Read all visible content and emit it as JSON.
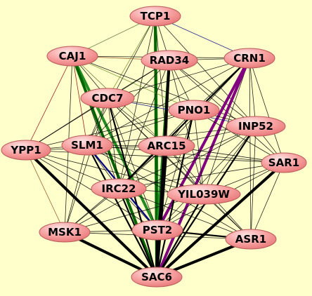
{
  "network": {
    "nodes": [
      {
        "id": "TCP1",
        "label": "TCP1"
      },
      {
        "id": "CAJ1",
        "label": "CAJ1"
      },
      {
        "id": "RAD34",
        "label": "RAD34"
      },
      {
        "id": "CRN1",
        "label": "CRN1"
      },
      {
        "id": "CDC7",
        "label": "CDC7"
      },
      {
        "id": "PNO1",
        "label": "PNO1"
      },
      {
        "id": "INP52",
        "label": "INP52"
      },
      {
        "id": "YPP1",
        "label": "YPP1"
      },
      {
        "id": "SLM1",
        "label": "SLM1"
      },
      {
        "id": "ARC15",
        "label": "ARC15"
      },
      {
        "id": "SAR1",
        "label": "SAR1"
      },
      {
        "id": "IRC22",
        "label": "IRC22"
      },
      {
        "id": "YIL039W",
        "label": "YIL039W"
      },
      {
        "id": "MSK1",
        "label": "MSK1"
      },
      {
        "id": "PST2",
        "label": "PST2"
      },
      {
        "id": "ASR1",
        "label": "ASR1"
      },
      {
        "id": "SAC6",
        "label": "SAC6"
      }
    ],
    "edges": [
      [
        "TCP1",
        "CAJ1",
        "#556b2f",
        1
      ],
      [
        "TCP1",
        "RAD34",
        "#000000",
        1
      ],
      [
        "TCP1",
        "CRN1",
        "#000080",
        1
      ],
      [
        "TCP1",
        "CDC7",
        "#6b8e23",
        1
      ],
      [
        "TCP1",
        "SLM1",
        "#000000",
        1
      ],
      [
        "TCP1",
        "ARC15",
        "#000000",
        1
      ],
      [
        "TCP1",
        "PST2",
        "#228b22",
        3
      ],
      [
        "TCP1",
        "SAC6",
        "#006400",
        3
      ],
      [
        "TCP1",
        "INP52",
        "#000000",
        1
      ],
      [
        "TCP1",
        "IRC22",
        "#000000",
        1
      ],
      [
        "CAJ1",
        "RAD34",
        "#8b4513",
        1
      ],
      [
        "CAJ1",
        "CRN1",
        "#000000",
        1
      ],
      [
        "CAJ1",
        "CDC7",
        "#000000",
        1
      ],
      [
        "CAJ1",
        "SLM1",
        "#8b0000",
        1
      ],
      [
        "CAJ1",
        "YPP1",
        "#8b0000",
        1
      ],
      [
        "CAJ1",
        "ARC15",
        "#556b2f",
        1
      ],
      [
        "CAJ1",
        "IRC22",
        "#000000",
        1
      ],
      [
        "CAJ1",
        "PST2",
        "#228b22",
        3
      ],
      [
        "CAJ1",
        "SAC6",
        "#006400",
        3
      ],
      [
        "CAJ1",
        "INP52",
        "#000000",
        1
      ],
      [
        "CAJ1",
        "PNO1",
        "#6b8e23",
        1
      ],
      [
        "CAJ1",
        "MSK1",
        "#000000",
        1
      ],
      [
        "RAD34",
        "CRN1",
        "#000000",
        1
      ],
      [
        "RAD34",
        "PNO1",
        "#000000",
        1
      ],
      [
        "RAD34",
        "CDC7",
        "#000000",
        1
      ],
      [
        "RAD34",
        "ARC15",
        "#000000",
        1
      ],
      [
        "RAD34",
        "SLM1",
        "#000000",
        1
      ],
      [
        "RAD34",
        "INP52",
        "#000000",
        1
      ],
      [
        "RAD34",
        "IRC22",
        "#000000",
        1
      ],
      [
        "RAD34",
        "YIL039W",
        "#000000",
        1
      ],
      [
        "RAD34",
        "PST2",
        "#228b22",
        3
      ],
      [
        "RAD34",
        "SAC6",
        "#000000",
        3
      ],
      [
        "RAD34",
        "SAR1",
        "#000000",
        1
      ],
      [
        "RAD34",
        "YPP1",
        "#000000",
        1
      ],
      [
        "CRN1",
        "CDC7",
        "#000000",
        1
      ],
      [
        "CRN1",
        "PNO1",
        "#000000",
        1
      ],
      [
        "CRN1",
        "INP52",
        "#000000",
        1
      ],
      [
        "CRN1",
        "SLM1",
        "#000000",
        1
      ],
      [
        "CRN1",
        "ARC15",
        "#000000",
        1
      ],
      [
        "CRN1",
        "IRC22",
        "#000000",
        2
      ],
      [
        "CRN1",
        "YIL039W",
        "#000000",
        1
      ],
      [
        "CRN1",
        "PST2",
        "#800080",
        3
      ],
      [
        "CRN1",
        "SAC6",
        "#800080",
        3
      ],
      [
        "CRN1",
        "SAR1",
        "#000000",
        1
      ],
      [
        "CRN1",
        "ASR1",
        "#000000",
        1
      ],
      [
        "CDC7",
        "PNO1",
        "#000000",
        1
      ],
      [
        "CDC7",
        "SLM1",
        "#000000",
        1
      ],
      [
        "CDC7",
        "ARC15",
        "#000000",
        1
      ],
      [
        "CDC7",
        "IRC22",
        "#000000",
        1
      ],
      [
        "CDC7",
        "INP52",
        "#000080",
        1
      ],
      [
        "CDC7",
        "YPP1",
        "#000000",
        1
      ],
      [
        "CDC7",
        "PST2",
        "#000000",
        1
      ],
      [
        "CDC7",
        "SAC6",
        "#000000",
        2
      ],
      [
        "CDC7",
        "MSK1",
        "#000000",
        1
      ],
      [
        "CDC7",
        "YIL039W",
        "#000000",
        1
      ],
      [
        "CDC7",
        "ASR1",
        "#000000",
        1
      ],
      [
        "PNO1",
        "INP52",
        "#000000",
        1
      ],
      [
        "PNO1",
        "SLM1",
        "#000000",
        1
      ],
      [
        "PNO1",
        "ARC15",
        "#000000",
        1
      ],
      [
        "PNO1",
        "IRC22",
        "#000000",
        1
      ],
      [
        "PNO1",
        "YIL039W",
        "#000000",
        1
      ],
      [
        "PNO1",
        "PST2",
        "#000000",
        1
      ],
      [
        "PNO1",
        "SAC6",
        "#000000",
        2
      ],
      [
        "PNO1",
        "SAR1",
        "#000000",
        1
      ],
      [
        "PNO1",
        "YPP1",
        "#000000",
        1
      ],
      [
        "INP52",
        "SLM1",
        "#000000",
        1
      ],
      [
        "INP52",
        "ARC15",
        "#000000",
        1
      ],
      [
        "INP52",
        "IRC22",
        "#000000",
        1
      ],
      [
        "INP52",
        "YIL039W",
        "#000000",
        1
      ],
      [
        "INP52",
        "PST2",
        "#000000",
        1
      ],
      [
        "INP52",
        "SAC6",
        "#000000",
        2
      ],
      [
        "INP52",
        "SAR1",
        "#000000",
        1
      ],
      [
        "INP52",
        "ASR1",
        "#000000",
        1
      ],
      [
        "INP52",
        "MSK1",
        "#000000",
        1
      ],
      [
        "YPP1",
        "SLM1",
        "#000000",
        1
      ],
      [
        "YPP1",
        "ARC15",
        "#000000",
        1
      ],
      [
        "YPP1",
        "IRC22",
        "#000000",
        1
      ],
      [
        "YPP1",
        "MSK1",
        "#8b4513",
        1
      ],
      [
        "YPP1",
        "PST2",
        "#000000",
        1
      ],
      [
        "YPP1",
        "SAC6",
        "#000000",
        3
      ],
      [
        "YPP1",
        "SAR1",
        "#000000",
        1
      ],
      [
        "YPP1",
        "YIL039W",
        "#000000",
        1
      ],
      [
        "SLM1",
        "ARC15",
        "#000000",
        1
      ],
      [
        "SLM1",
        "IRC22",
        "#000000",
        1
      ],
      [
        "SLM1",
        "YIL039W",
        "#000000",
        1
      ],
      [
        "SLM1",
        "PST2",
        "#000080",
        2
      ],
      [
        "SLM1",
        "SAC6",
        "#000000",
        2
      ],
      [
        "SLM1",
        "MSK1",
        "#000000",
        1
      ],
      [
        "SLM1",
        "SAR1",
        "#000000",
        1
      ],
      [
        "SLM1",
        "ASR1",
        "#000000",
        1
      ],
      [
        "ARC15",
        "IRC22",
        "#000000",
        1
      ],
      [
        "ARC15",
        "YIL039W",
        "#000000",
        1
      ],
      [
        "ARC15",
        "PST2",
        "#000000",
        1
      ],
      [
        "ARC15",
        "SAC6",
        "#000000",
        3
      ],
      [
        "ARC15",
        "SAR1",
        "#000000",
        1
      ],
      [
        "ARC15",
        "ASR1",
        "#000000",
        1
      ],
      [
        "ARC15",
        "MSK1",
        "#000000",
        1
      ],
      [
        "SAR1",
        "YIL039W",
        "#000000",
        1
      ],
      [
        "SAR1",
        "PST2",
        "#000000",
        1
      ],
      [
        "SAR1",
        "SAC6",
        "#000000",
        3
      ],
      [
        "SAR1",
        "ASR1",
        "#000000",
        1
      ],
      [
        "SAR1",
        "IRC22",
        "#000000",
        1
      ],
      [
        "IRC22",
        "YIL039W",
        "#000000",
        1
      ],
      [
        "IRC22",
        "PST2",
        "#000000",
        1
      ],
      [
        "IRC22",
        "SAC6",
        "#000000",
        2
      ],
      [
        "IRC22",
        "MSK1",
        "#000000",
        1
      ],
      [
        "IRC22",
        "ASR1",
        "#000000",
        1
      ],
      [
        "YIL039W",
        "PST2",
        "#000000",
        1
      ],
      [
        "YIL039W",
        "SAC6",
        "#000000",
        2
      ],
      [
        "YIL039W",
        "ASR1",
        "#000000",
        1
      ],
      [
        "YIL039W",
        "MSK1",
        "#000000",
        1
      ],
      [
        "MSK1",
        "PST2",
        "#000000",
        1
      ],
      [
        "MSK1",
        "SAC6",
        "#000000",
        3
      ],
      [
        "MSK1",
        "ASR1",
        "#000000",
        1
      ],
      [
        "PST2",
        "SAC6",
        "#000000",
        3
      ],
      [
        "PST2",
        "ASR1",
        "#000000",
        2
      ],
      [
        "ASR1",
        "SAC6",
        "#000000",
        3
      ]
    ]
  }
}
